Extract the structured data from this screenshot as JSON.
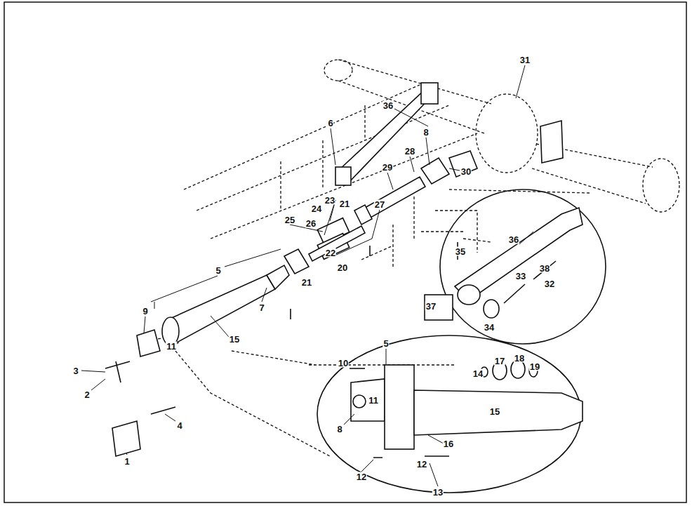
{
  "diagram": {
    "labels": [
      "31",
      "36",
      "6",
      "8",
      "28",
      "30",
      "29",
      "21",
      "23",
      "24",
      "25",
      "26",
      "27",
      "22",
      "20",
      "21",
      "5",
      "7",
      "9",
      "11",
      "15",
      "3",
      "2",
      "4",
      "1",
      "36",
      "35",
      "38",
      "33",
      "32",
      "37",
      "34",
      "5",
      "10",
      "14",
      "17",
      "18",
      "19",
      "11",
      "8",
      "16",
      "15",
      "12",
      "12",
      "13"
    ]
  }
}
